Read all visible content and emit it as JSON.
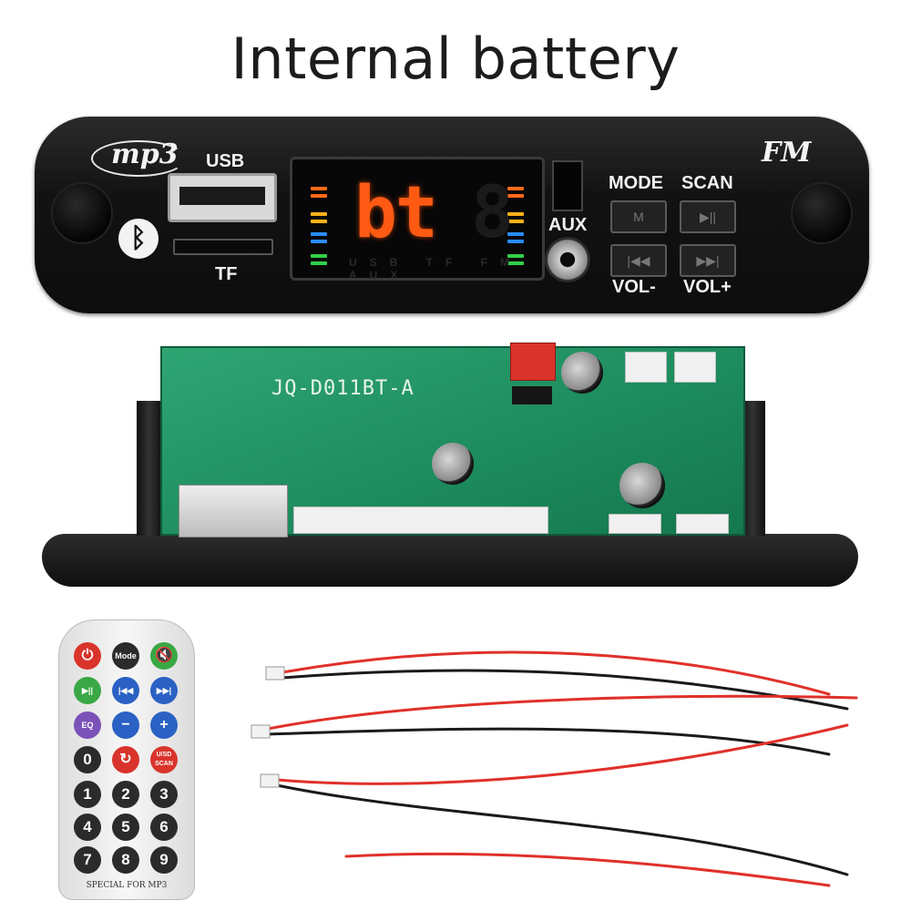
{
  "title": "Internal battery",
  "panel": {
    "logo_text": "mp3",
    "usb_label": "USB",
    "tf_label": "TF",
    "bluetooth_glyph": "ᛒ",
    "fm_label": "FM",
    "aux_label": "AUX",
    "display": {
      "value": "bt",
      "mode_indicators": "USB TF FM AUX",
      "color": "#ff5a14"
    },
    "buttons": [
      {
        "label": "MODE",
        "glyph": "M"
      },
      {
        "label": "SCAN",
        "glyph": "▶||"
      },
      {
        "label": "VOL-",
        "glyph": "|◀◀"
      },
      {
        "label": "VOL+",
        "glyph": "▶▶|"
      }
    ]
  },
  "pcb": {
    "model": "JQ-D011BT-A",
    "color": "#1c8a5c"
  },
  "remote": {
    "caption": "SPECIAL FOR MP3",
    "keys": [
      {
        "label": "⏻",
        "color": "#d9342b"
      },
      {
        "label": "Mode",
        "color": "#2b2b2b"
      },
      {
        "label": "🔇",
        "color": "#3aa845"
      },
      {
        "label": "▶||",
        "color": "#3aa845"
      },
      {
        "label": "|◀◀",
        "color": "#2b61c4"
      },
      {
        "label": "▶▶|",
        "color": "#2b61c4"
      },
      {
        "label": "EQ",
        "color": "#7b52b8"
      },
      {
        "label": "−",
        "color": "#2b61c4"
      },
      {
        "label": "+",
        "color": "#2b61c4"
      },
      {
        "label": "0",
        "color": "#2b2b2b"
      },
      {
        "label": "↻",
        "color": "#d9342b"
      },
      {
        "label": "U/SD SCAN",
        "color": "#d9342b"
      },
      {
        "label": "1",
        "color": "#2b2b2b"
      },
      {
        "label": "2",
        "color": "#2b2b2b"
      },
      {
        "label": "3",
        "color": "#2b2b2b"
      },
      {
        "label": "4",
        "color": "#2b2b2b"
      },
      {
        "label": "5",
        "color": "#2b2b2b"
      },
      {
        "label": "6",
        "color": "#2b2b2b"
      },
      {
        "label": "7",
        "color": "#2b2b2b"
      },
      {
        "label": "8",
        "color": "#2b2b2b"
      },
      {
        "label": "9",
        "color": "#2b2b2b"
      }
    ]
  }
}
